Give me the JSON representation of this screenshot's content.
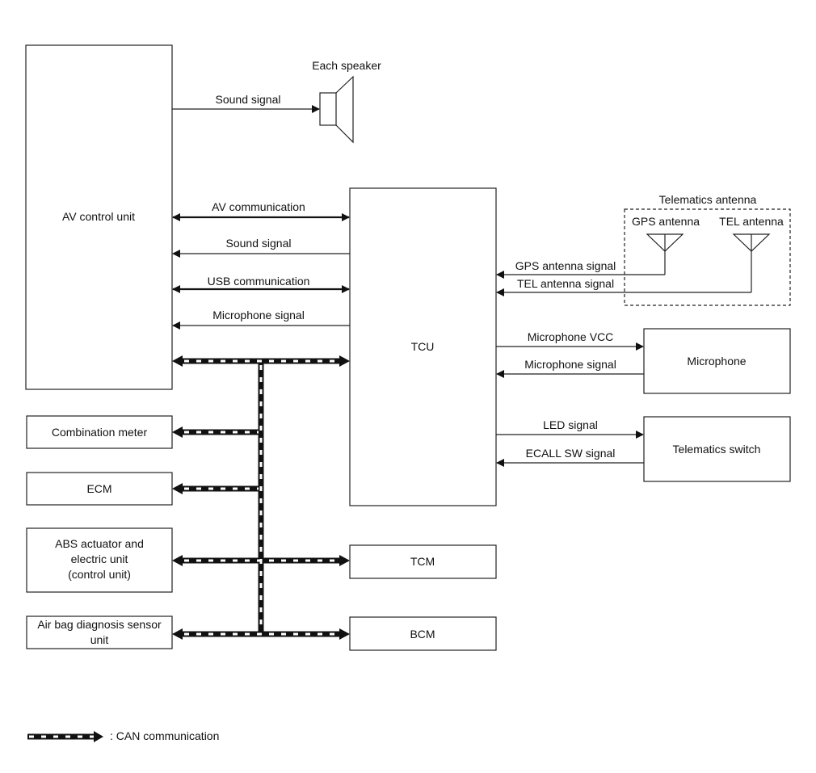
{
  "diagram": {
    "blocks": {
      "av_control_unit": "AV control unit",
      "tcu": "TCU",
      "speaker": "Each speaker",
      "telematics_antenna": "Telematics antenna",
      "gps_antenna": "GPS antenna",
      "tel_antenna": "TEL antenna",
      "microphone": "Microphone",
      "telematics_switch": "Telematics switch",
      "combination_meter": "Combination meter",
      "ecm": "ECM",
      "abs_line1": "ABS actuator and",
      "abs_line2": "electric unit",
      "abs_line3": "(control unit)",
      "airbag_line1": "Air bag diagnosis sensor",
      "airbag_line2": "unit",
      "tcm": "TCM",
      "bcm": "BCM"
    },
    "signals": {
      "sound_to_speaker": "Sound signal",
      "av_communication": "AV communication",
      "sound_from_tcu": "Sound signal",
      "usb_communication": "USB communication",
      "microphone_to_av": "Microphone signal",
      "gps_antenna_signal": "GPS antenna signal",
      "tel_antenna_signal": "TEL antenna signal",
      "microphone_vcc": "Microphone VCC",
      "microphone_signal": "Microphone signal",
      "led_signal": "LED signal",
      "ecall_sw_signal": "ECALL SW signal"
    },
    "legend": {
      "can_label": ": CAN communication"
    }
  }
}
